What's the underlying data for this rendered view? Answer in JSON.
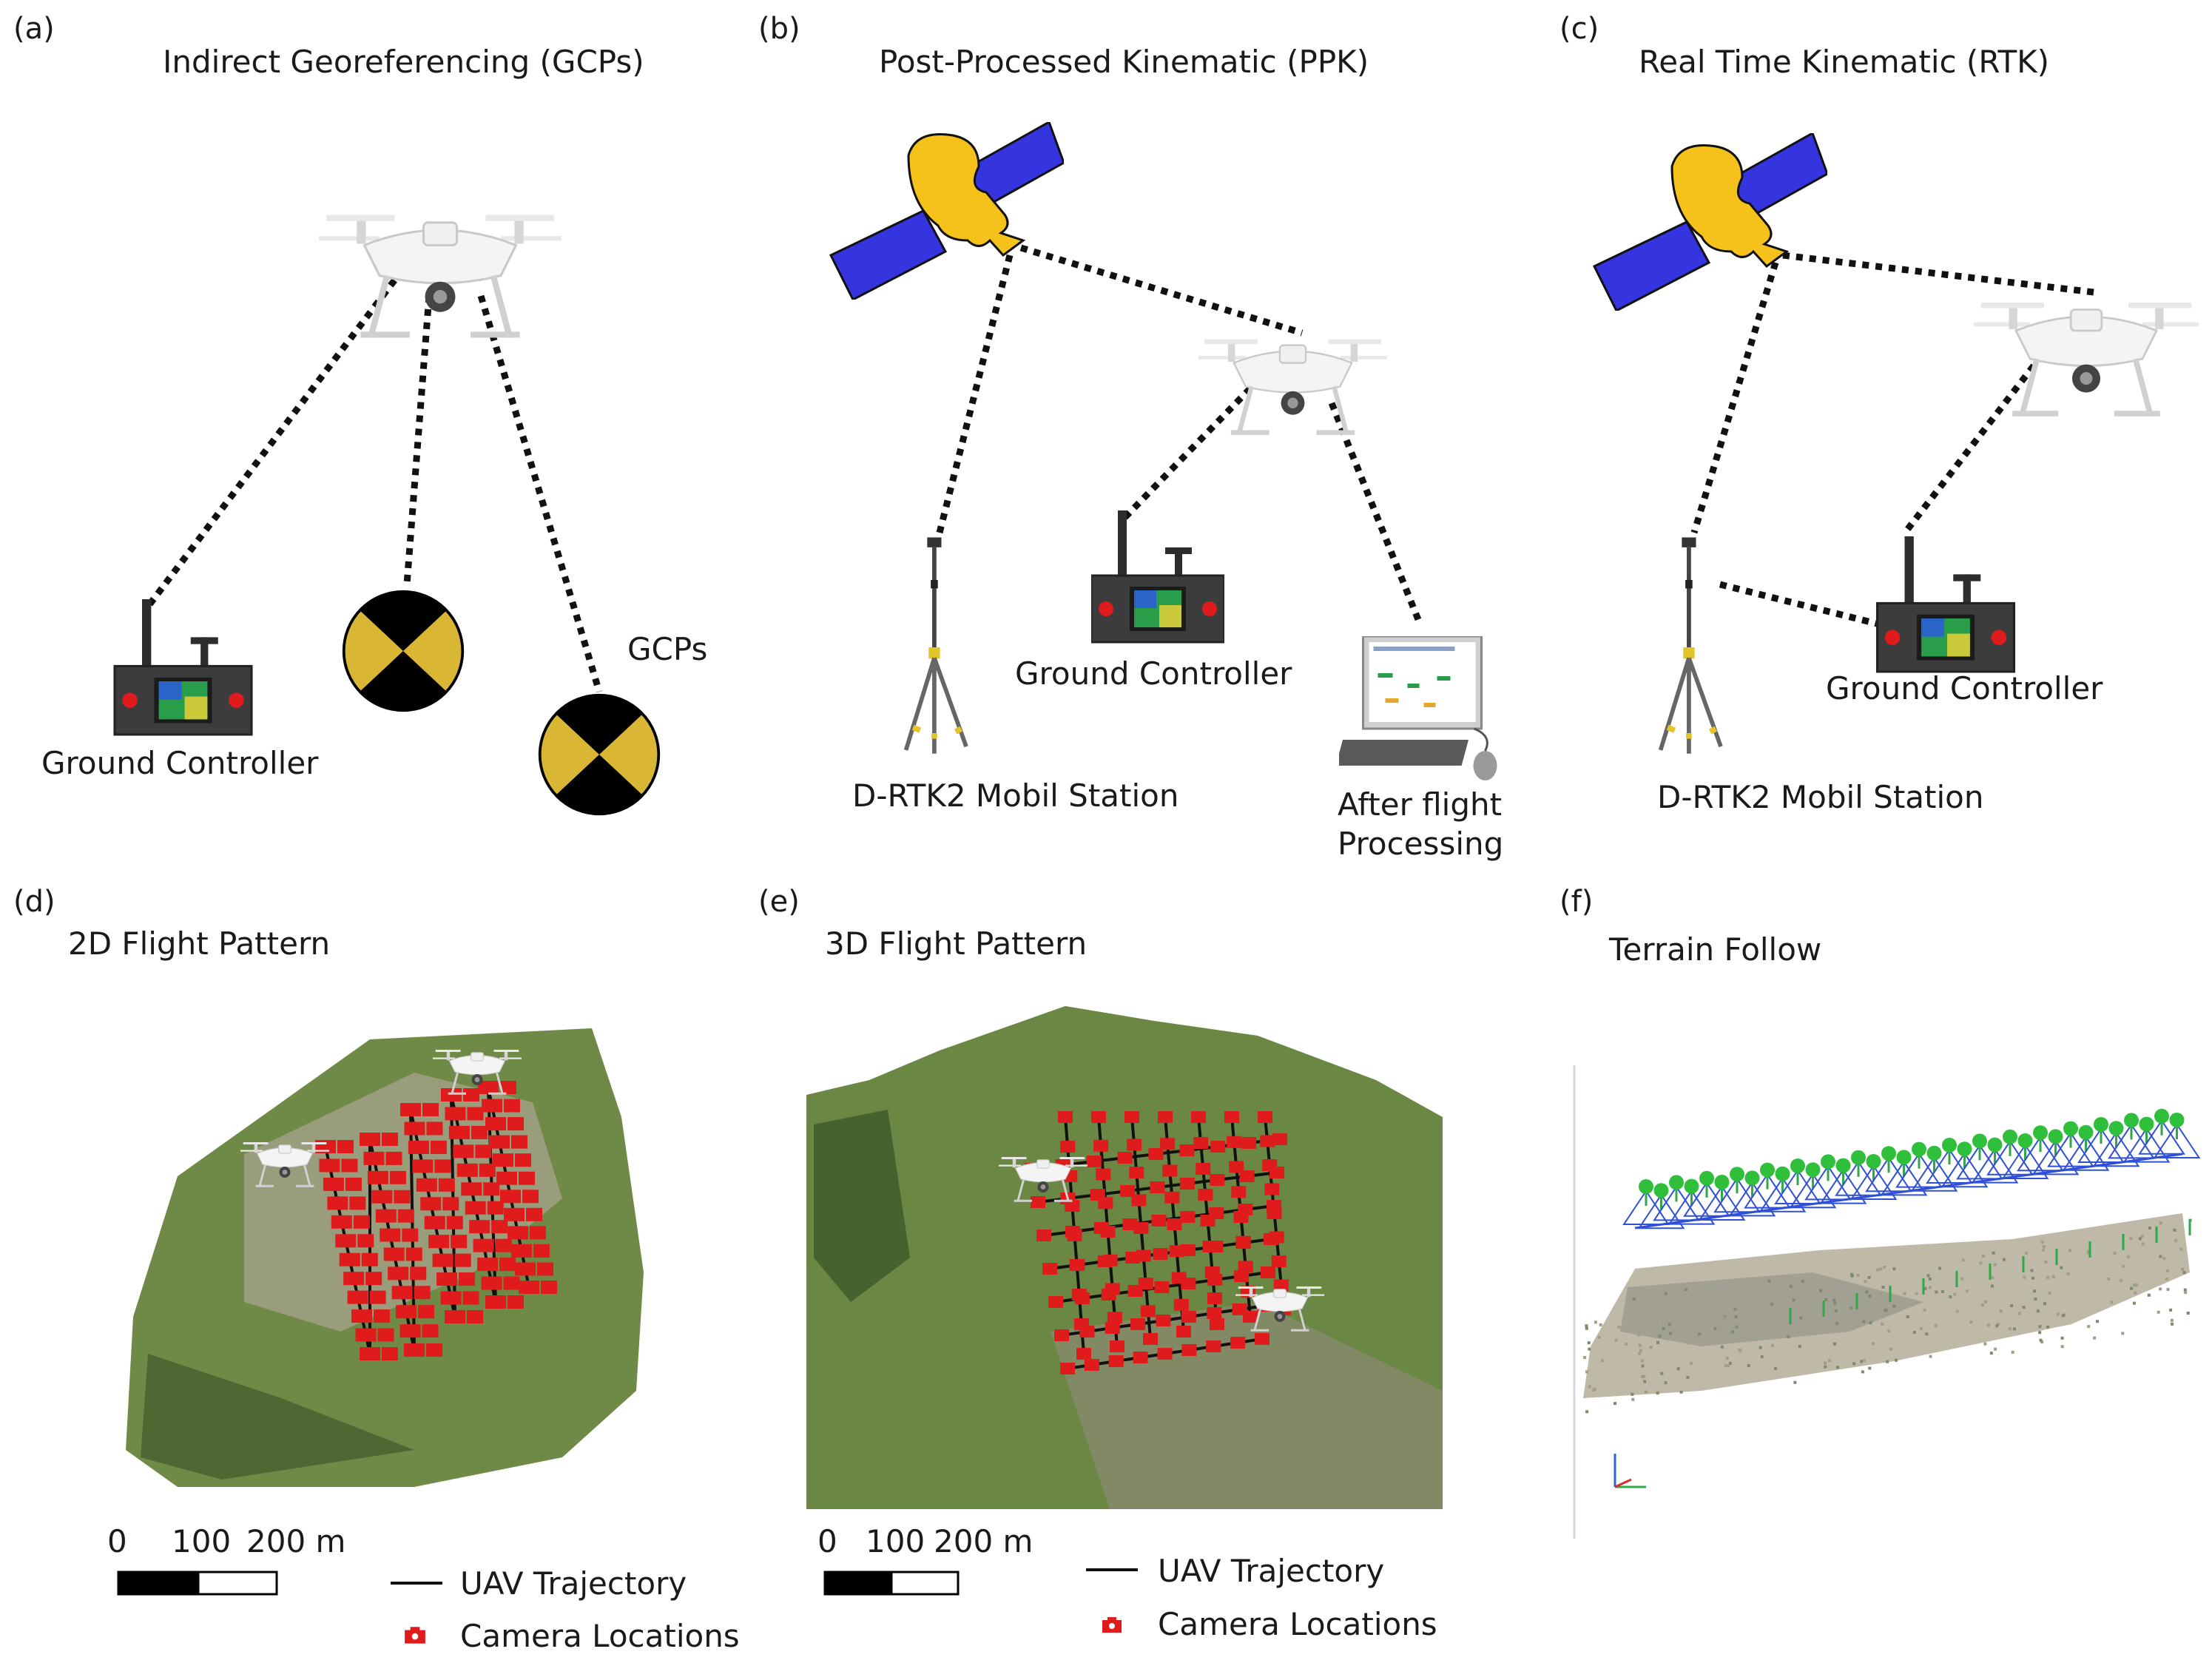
{
  "colors": {
    "satellite_body": "#f5c21b",
    "solar_panel": "#3535e0",
    "gcp_yellow": "#d9b735",
    "marker_red": "#e01b1b",
    "controller": "#3c3c3c",
    "vegetation": "#5f7d3c",
    "ground": "#9b9a8a"
  },
  "panels": {
    "a": {
      "letter": "(a)",
      "title": "Indirect Georeferencing (GCPs)",
      "controller_label": "Ground Controller",
      "gcp_label": "GCPs"
    },
    "b": {
      "letter": "(b)",
      "title": "Post-Processed Kinematic (PPK)",
      "controller_label": "Ground Controller",
      "station_label": "D-RTK2 Mobil Station",
      "processing_label_1": "After flight",
      "processing_label_2": "Processing"
    },
    "c": {
      "letter": "(c)",
      "title": "Real Time Kinematic (RTK)",
      "controller_label": "Ground Controller",
      "station_label": "D-RTK2 Mobil Station"
    },
    "d": {
      "letter": "(d)",
      "title": "2D Flight Pattern",
      "scale_0": "0",
      "scale_100": "100",
      "scale_200": "200 m",
      "legend_trajectory": "UAV Trajectory",
      "legend_camera": "Camera Locations"
    },
    "e": {
      "letter": "(e)",
      "title": "3D Flight Pattern",
      "scale_0": "0",
      "scale_100": "100",
      "scale_200": "200 m",
      "legend_trajectory": "UAV Trajectory",
      "legend_camera": "Camera Locations"
    },
    "f": {
      "letter": "(f)",
      "title": "Terrain Follow"
    }
  },
  "icons": [
    "drone-icon",
    "satellite-icon",
    "ground-controller-icon",
    "gcp-target-icon",
    "gnss-tripod-icon",
    "computer-icon",
    "camera-icon"
  ]
}
